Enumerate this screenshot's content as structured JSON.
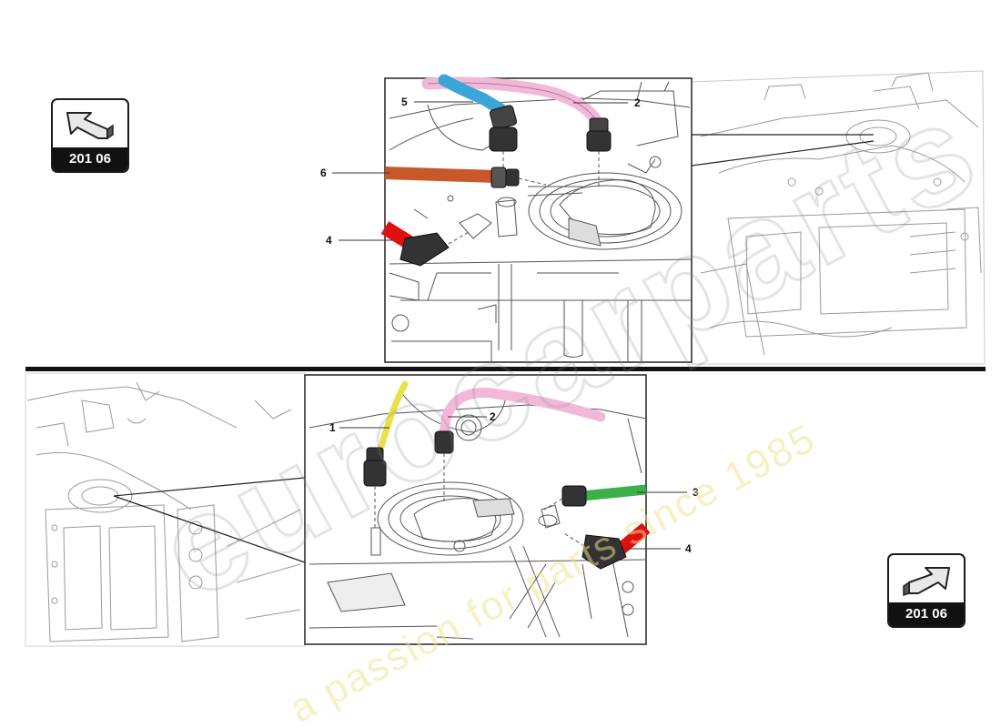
{
  "reference_boxes": [
    {
      "id": "top-left",
      "label": "201 06",
      "arrow": "arrow-up-left-icon"
    },
    {
      "id": "bottom-right",
      "label": "201 06",
      "arrow": "arrow-up-right-icon"
    }
  ],
  "upper_view": {
    "callouts": [
      {
        "number": "5",
        "hose": "blue-hose"
      },
      {
        "number": "2",
        "hose": "pink-hose"
      },
      {
        "number": "6",
        "hose": "orange-hose"
      },
      {
        "number": "4",
        "hose": "red-hose"
      }
    ]
  },
  "lower_view": {
    "callouts": [
      {
        "number": "1",
        "hose": "yellow-hose"
      },
      {
        "number": "2",
        "hose": "pink-hose"
      },
      {
        "number": "3",
        "hose": "green-hose"
      },
      {
        "number": "4",
        "hose": "red-hose"
      }
    ]
  },
  "watermark": {
    "brand": "eurocarparts",
    "tagline": "a passion for parts since 1985"
  },
  "colors": {
    "pink": "#f3b8d8",
    "blue": "#3aa6d8",
    "orange": "#c8582a",
    "red": "#e01010",
    "yellow": "#e8e14a",
    "green": "#3cb04a",
    "line": "#222222",
    "faint": "#b0b0b0"
  }
}
